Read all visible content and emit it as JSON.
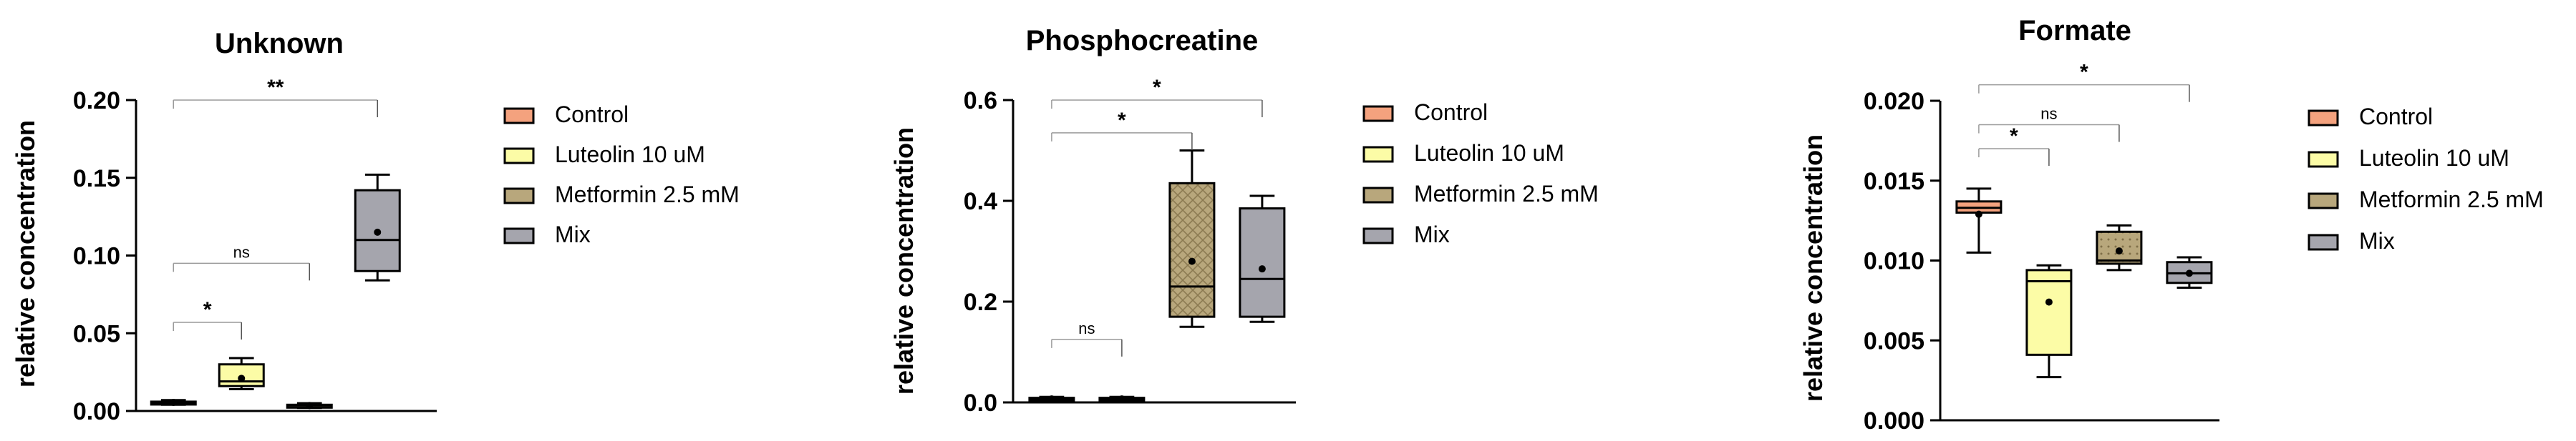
{
  "legend_labels": [
    "Control",
    "Luteolin 10 uM",
    "Metformin 2.5 mM",
    "Mix"
  ],
  "colors": {
    "Control": "#f4a27e",
    "Luteolin 10 uM": "#fcfca6",
    "Metformin 2.5 mM": "#b8a77c",
    "Mix": "#a5a5ad",
    "axis": "#000000",
    "bracket": "#9a9a9a"
  },
  "chart_data": [
    {
      "type": "box",
      "title": "Unknown",
      "ylabel": "relative concentration",
      "xlabel": "",
      "ylim": [
        0,
        0.2
      ],
      "yticks": [
        0.0,
        0.05,
        0.1,
        0.15,
        0.2
      ],
      "ytick_labels": [
        "0.00",
        "0.05",
        "0.10",
        "0.15",
        "0.20"
      ],
      "legend": [
        "Control",
        "Luteolin 10 uM",
        "Metformin 2.5 mM",
        "Mix"
      ],
      "legend_position": "right",
      "grid": false,
      "series": [
        {
          "name": "Control",
          "min": 0.004,
          "q1": 0.005,
          "median": 0.0055,
          "q3": 0.006,
          "max": 0.007,
          "mean": 0.0055,
          "pattern": "solid"
        },
        {
          "name": "Luteolin 10 uM",
          "min": 0.014,
          "q1": 0.016,
          "median": 0.019,
          "q3": 0.03,
          "max": 0.034,
          "mean": 0.021,
          "pattern": "solid"
        },
        {
          "name": "Metformin 2.5 mM",
          "min": 0.002,
          "q1": 0.003,
          "median": 0.0035,
          "q3": 0.004,
          "max": 0.005,
          "mean": 0.0035,
          "pattern": "solid"
        },
        {
          "name": "Mix",
          "min": 0.084,
          "q1": 0.09,
          "median": 0.11,
          "q3": 0.142,
          "max": 0.152,
          "mean": 0.115,
          "pattern": "solid"
        }
      ],
      "comparisons": [
        {
          "from": 0,
          "to": 1,
          "label": "*",
          "y": 0.057
        },
        {
          "from": 0,
          "to": 2,
          "label": "ns",
          "y": 0.095
        },
        {
          "from": 0,
          "to": 3,
          "label": "**",
          "y": 0.2
        }
      ]
    },
    {
      "type": "box",
      "title": "Phosphocreatine",
      "ylabel": "relative concentration",
      "xlabel": "",
      "ylim": [
        0,
        0.6
      ],
      "yticks": [
        0.0,
        0.2,
        0.4,
        0.6
      ],
      "ytick_labels": [
        "0.0",
        "0.2",
        "0.4",
        "0.6"
      ],
      "legend": [
        "Control",
        "Luteolin 10 uM",
        "Metformin 2.5 mM",
        "Mix"
      ],
      "legend_position": "right",
      "grid": false,
      "series": [
        {
          "name": "Control",
          "min": 0.003,
          "q1": 0.005,
          "median": 0.007,
          "q3": 0.009,
          "max": 0.011,
          "mean": 0.007,
          "pattern": "solid"
        },
        {
          "name": "Luteolin 10 uM",
          "min": 0.003,
          "q1": 0.005,
          "median": 0.007,
          "q3": 0.009,
          "max": 0.011,
          "mean": 0.007,
          "pattern": "solid"
        },
        {
          "name": "Metformin 2.5 mM",
          "min": 0.15,
          "q1": 0.17,
          "median": 0.23,
          "q3": 0.435,
          "max": 0.5,
          "mean": 0.28,
          "pattern": "crosshatch"
        },
        {
          "name": "Mix",
          "min": 0.16,
          "q1": 0.17,
          "median": 0.245,
          "q3": 0.385,
          "max": 0.41,
          "mean": 0.265,
          "pattern": "solid"
        }
      ],
      "comparisons": [
        {
          "from": 0,
          "to": 1,
          "label": "ns",
          "y": 0.125
        },
        {
          "from": 0,
          "to": 2,
          "label": "*",
          "y": 0.535
        },
        {
          "from": 0,
          "to": 3,
          "label": "*",
          "y": 0.6
        }
      ]
    },
    {
      "type": "box",
      "title": "Formate",
      "ylabel": "relative concentration",
      "xlabel": "",
      "ylim": [
        0,
        0.02
      ],
      "yticks": [
        0.0,
        0.005,
        0.01,
        0.015,
        0.02
      ],
      "ytick_labels": [
        "0.000",
        "0.005",
        "0.010",
        "0.015",
        "0.020"
      ],
      "legend": [
        "Control",
        "Luteolin 10 uM",
        "Metformin 2.5 mM",
        "Mix"
      ],
      "legend_position": "right",
      "grid": false,
      "series": [
        {
          "name": "Control",
          "min": 0.0105,
          "q1": 0.013,
          "median": 0.0133,
          "q3": 0.0137,
          "max": 0.0145,
          "mean": 0.0129,
          "pattern": "solid"
        },
        {
          "name": "Luteolin 10 uM",
          "min": 0.0027,
          "q1": 0.0041,
          "median": 0.0087,
          "q3": 0.0094,
          "max": 0.0097,
          "mean": 0.0074,
          "pattern": "solid"
        },
        {
          "name": "Metformin 2.5 mM",
          "min": 0.0094,
          "q1": 0.0098,
          "median": 0.01,
          "q3": 0.0118,
          "max": 0.0122,
          "mean": 0.0106,
          "pattern": "dotted"
        },
        {
          "name": "Mix",
          "min": 0.0083,
          "q1": 0.0086,
          "median": 0.0092,
          "q3": 0.0099,
          "max": 0.0102,
          "mean": 0.0092,
          "pattern": "solid"
        }
      ],
      "comparisons": [
        {
          "from": 0,
          "to": 1,
          "label": "*",
          "y": 0.017
        },
        {
          "from": 0,
          "to": 2,
          "label": "ns",
          "y": 0.0185
        },
        {
          "from": 0,
          "to": 3,
          "label": "*",
          "y": 0.021
        }
      ]
    }
  ]
}
